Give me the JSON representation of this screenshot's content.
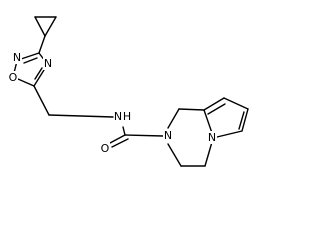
{
  "molecule": {
    "atoms": {
      "n_oxadiazole_2": "N",
      "o_oxadiazole": "O",
      "n_oxadiazole_4": "N",
      "n_amide": "N",
      "h_amide": "H",
      "o_carbonyl": "O",
      "n_ring": "N",
      "n_pyrrole": "N"
    }
  }
}
